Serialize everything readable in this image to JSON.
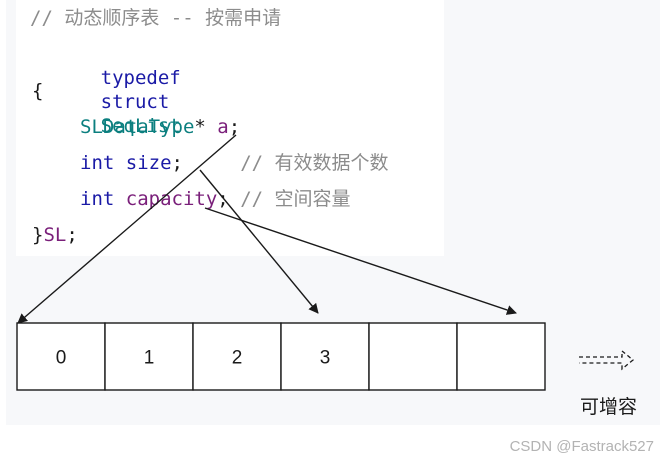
{
  "code": {
    "comment_title": "// 动态顺序表 -- 按需申请",
    "line_typedef_kw1": "typedef",
    "line_typedef_kw2": "struct",
    "line_typedef_name": "SeqList",
    "open_brace": "{",
    "field_a_type": "SLDataType",
    "field_a_ptr": "*",
    "field_a_name": "a",
    "field_a_semi": ";",
    "field_size_type": "int",
    "field_size_name": "size",
    "field_size_semi": ";",
    "field_size_comment": "// 有效数据个数",
    "field_cap_type": "int",
    "field_cap_name": "capacity",
    "field_cap_semi": ";",
    "field_cap_comment": "// 空间容量",
    "close_brace": "}",
    "alias": "SL",
    "close_semi": ";"
  },
  "array": {
    "cells": [
      "0",
      "1",
      "2",
      "3",
      "",
      ""
    ]
  },
  "grow_label": "可增容",
  "watermark": "CSDN @Fastrack527",
  "colors": {
    "keyword": "#1a1aa6",
    "type": "#0b7f7f",
    "field": "#7a1f7a",
    "comment": "#8c8c8c",
    "line": "#1a1a1a"
  }
}
